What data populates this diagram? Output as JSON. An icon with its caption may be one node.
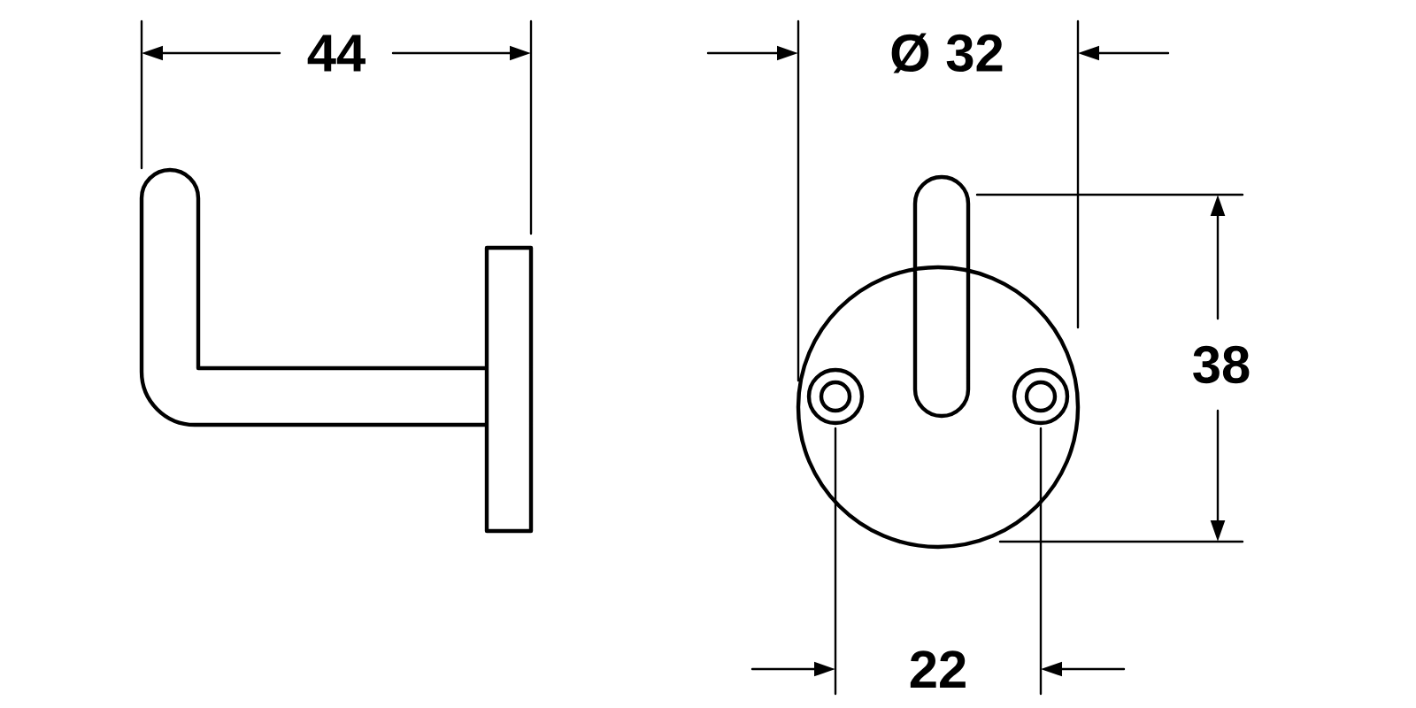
{
  "diagram": {
    "labels": [
      "44",
      "Ø 32",
      "38",
      "22"
    ]
  }
}
